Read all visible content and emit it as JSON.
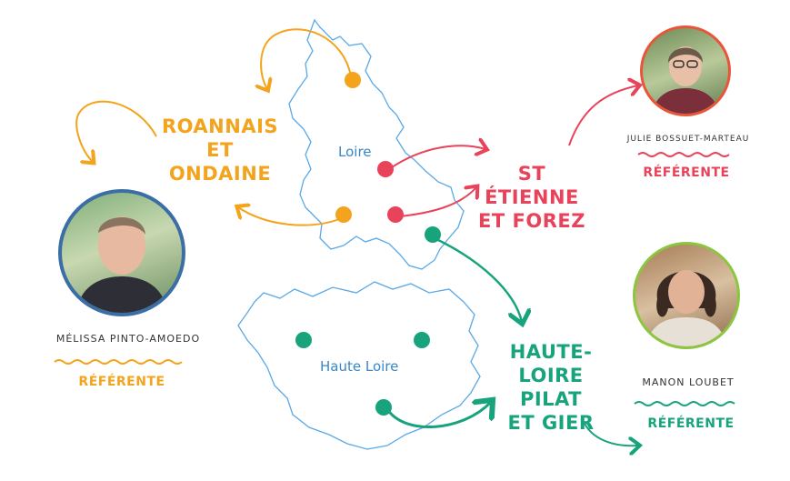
{
  "map": {
    "departments": [
      {
        "name": "Loire"
      },
      {
        "name": "Haute Loire"
      }
    ]
  },
  "regions": [
    {
      "id": "roannais",
      "lines": [
        "ROANNAIS",
        "ET ONDAINE"
      ],
      "color": "#f4a31c"
    },
    {
      "id": "st-etienne",
      "lines": [
        "ST ÉTIENNE",
        "ET FOREZ"
      ],
      "color": "#e8435a"
    },
    {
      "id": "haute-loire",
      "lines": [
        "HAUTE-LOIRE",
        "PILAT",
        "ET GIER"
      ],
      "color": "#17a37c"
    }
  ],
  "referents": [
    {
      "name": "Mélissa Pinto-Amoedo",
      "role": "RÉFÉRENTE",
      "color": "#f4a31c",
      "ring_color": "#3a6ea5"
    },
    {
      "name": "Julie Bossuet-Marteau",
      "role": "RÉFÉRENTE",
      "color": "#e8435a",
      "ring_color": "#e8563a"
    },
    {
      "name": "Manon Loubet",
      "role": "RÉFÉRENTE",
      "color": "#17a37c",
      "ring_color": "#8cc63f"
    }
  ]
}
